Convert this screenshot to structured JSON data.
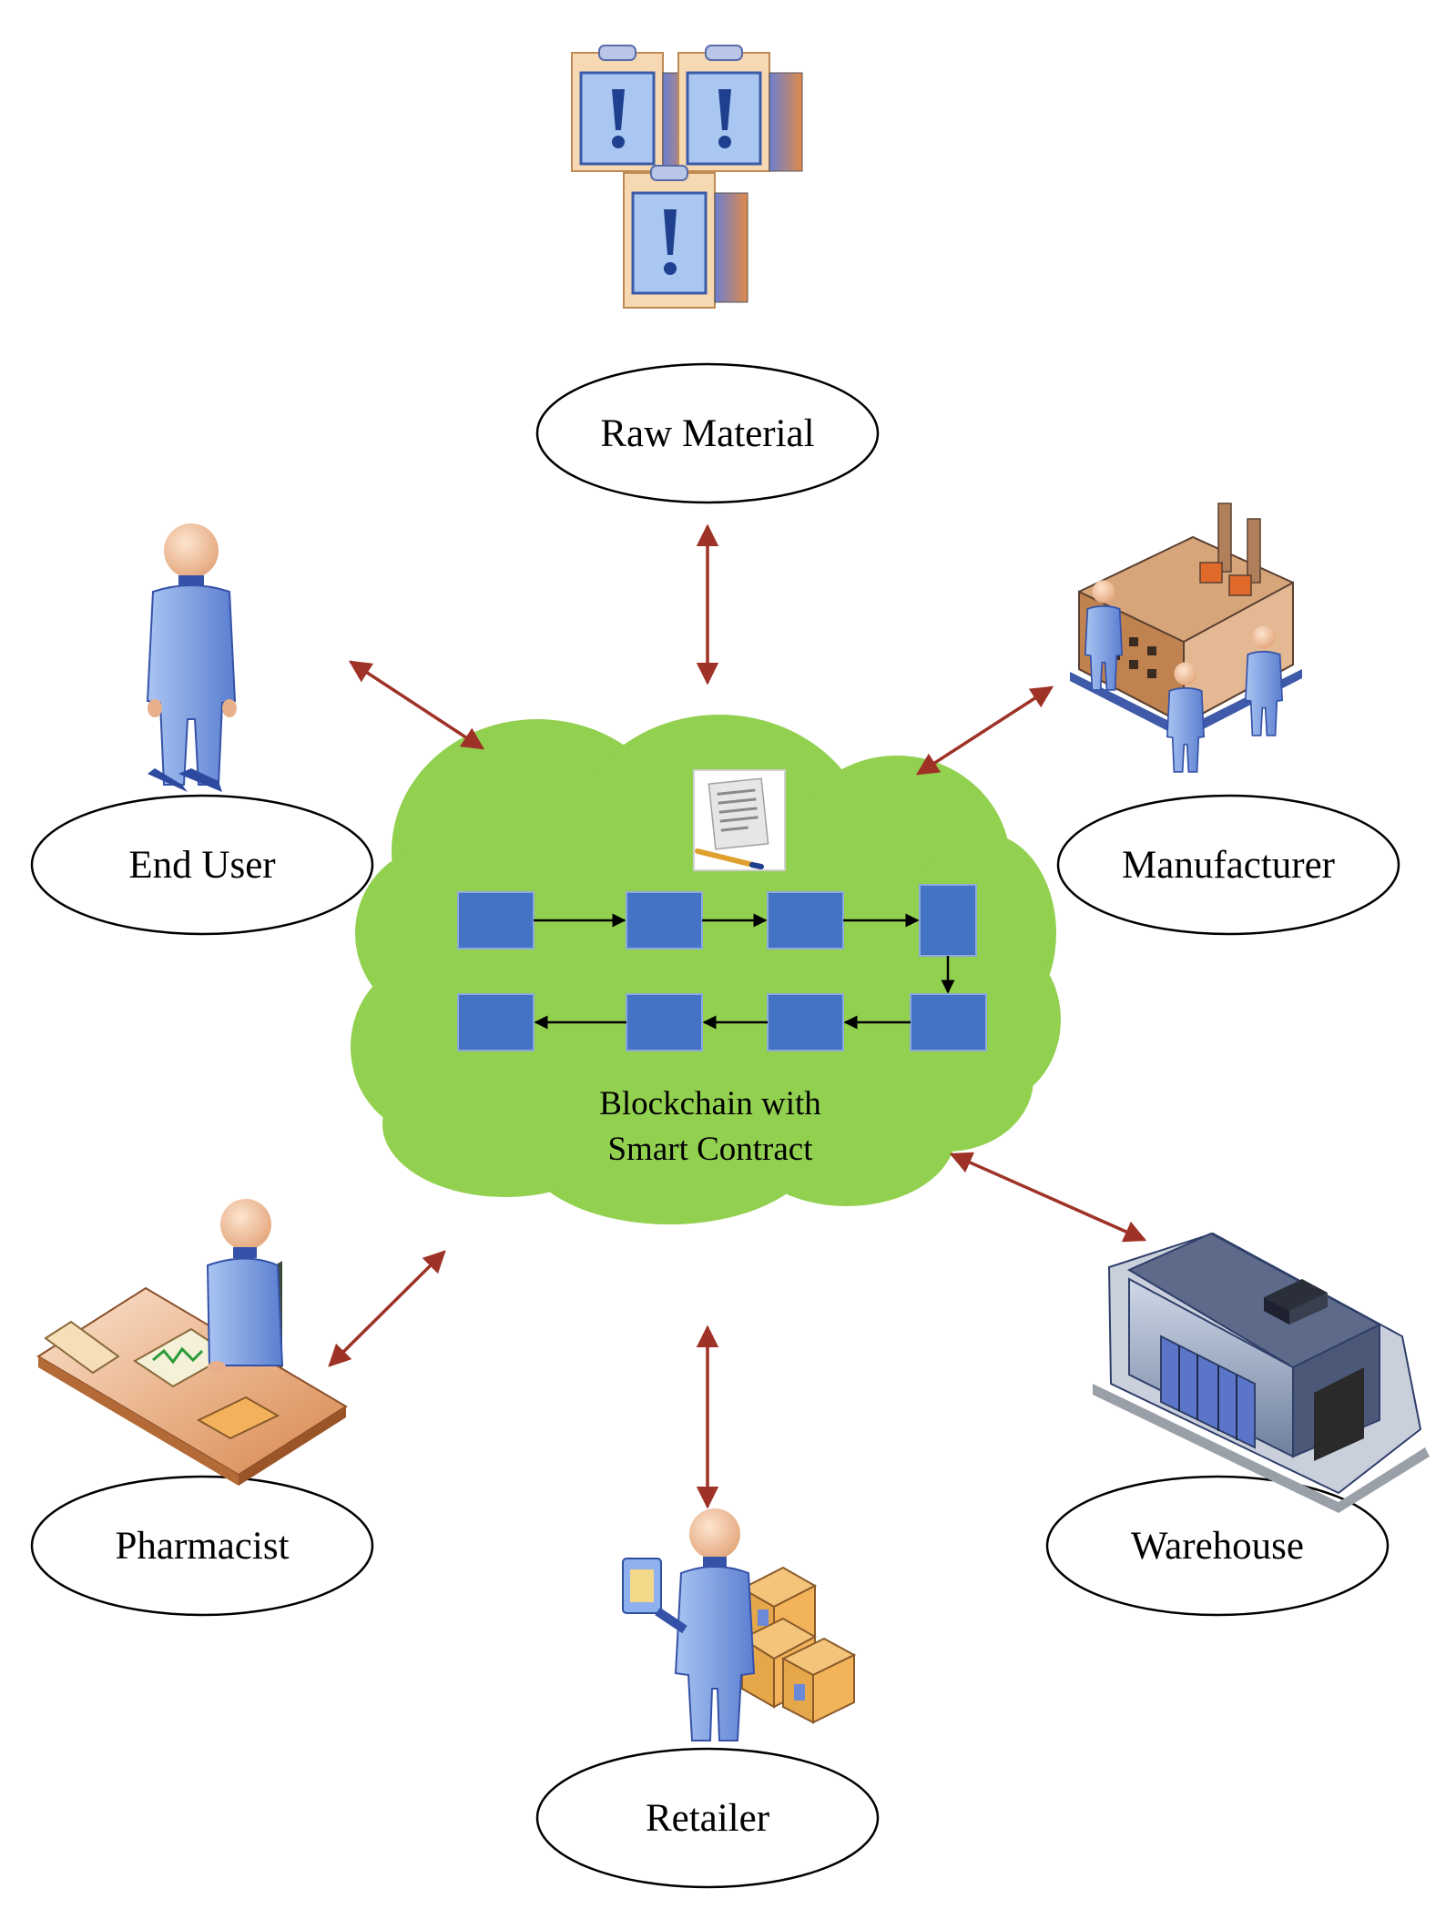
{
  "colors": {
    "cloud_fill": "#92d050",
    "cloud_stroke": "#a9d88a",
    "block_fill": "#4472c4",
    "block_stroke": "#8ea9db",
    "link_arrow": "#9e3227",
    "chain_arrow": "#000000",
    "person_body": "#7a9be0",
    "person_skin": "#f4c7a0"
  },
  "nodes": {
    "raw_material": {
      "label": "Raw Material",
      "icon": "clipboard-stack-icon"
    },
    "manufacturer": {
      "label": "Manufacturer",
      "icon": "factory-with-workers-icon"
    },
    "warehouse": {
      "label": "Warehouse",
      "icon": "warehouse-building-icon"
    },
    "retailer": {
      "label": "Retailer",
      "icon": "retailer-person-boxes-icon"
    },
    "pharmacist": {
      "label": "Pharmacist",
      "icon": "pharmacist-desk-icon"
    },
    "end_user": {
      "label": "End User",
      "icon": "person-icon"
    }
  },
  "blockchain": {
    "line1": "Blockchain with",
    "line2": "Smart Contract",
    "contract_icon": "smart-contract-document-icon",
    "blocks_top_row": 4,
    "blocks_bottom_row": 4
  }
}
